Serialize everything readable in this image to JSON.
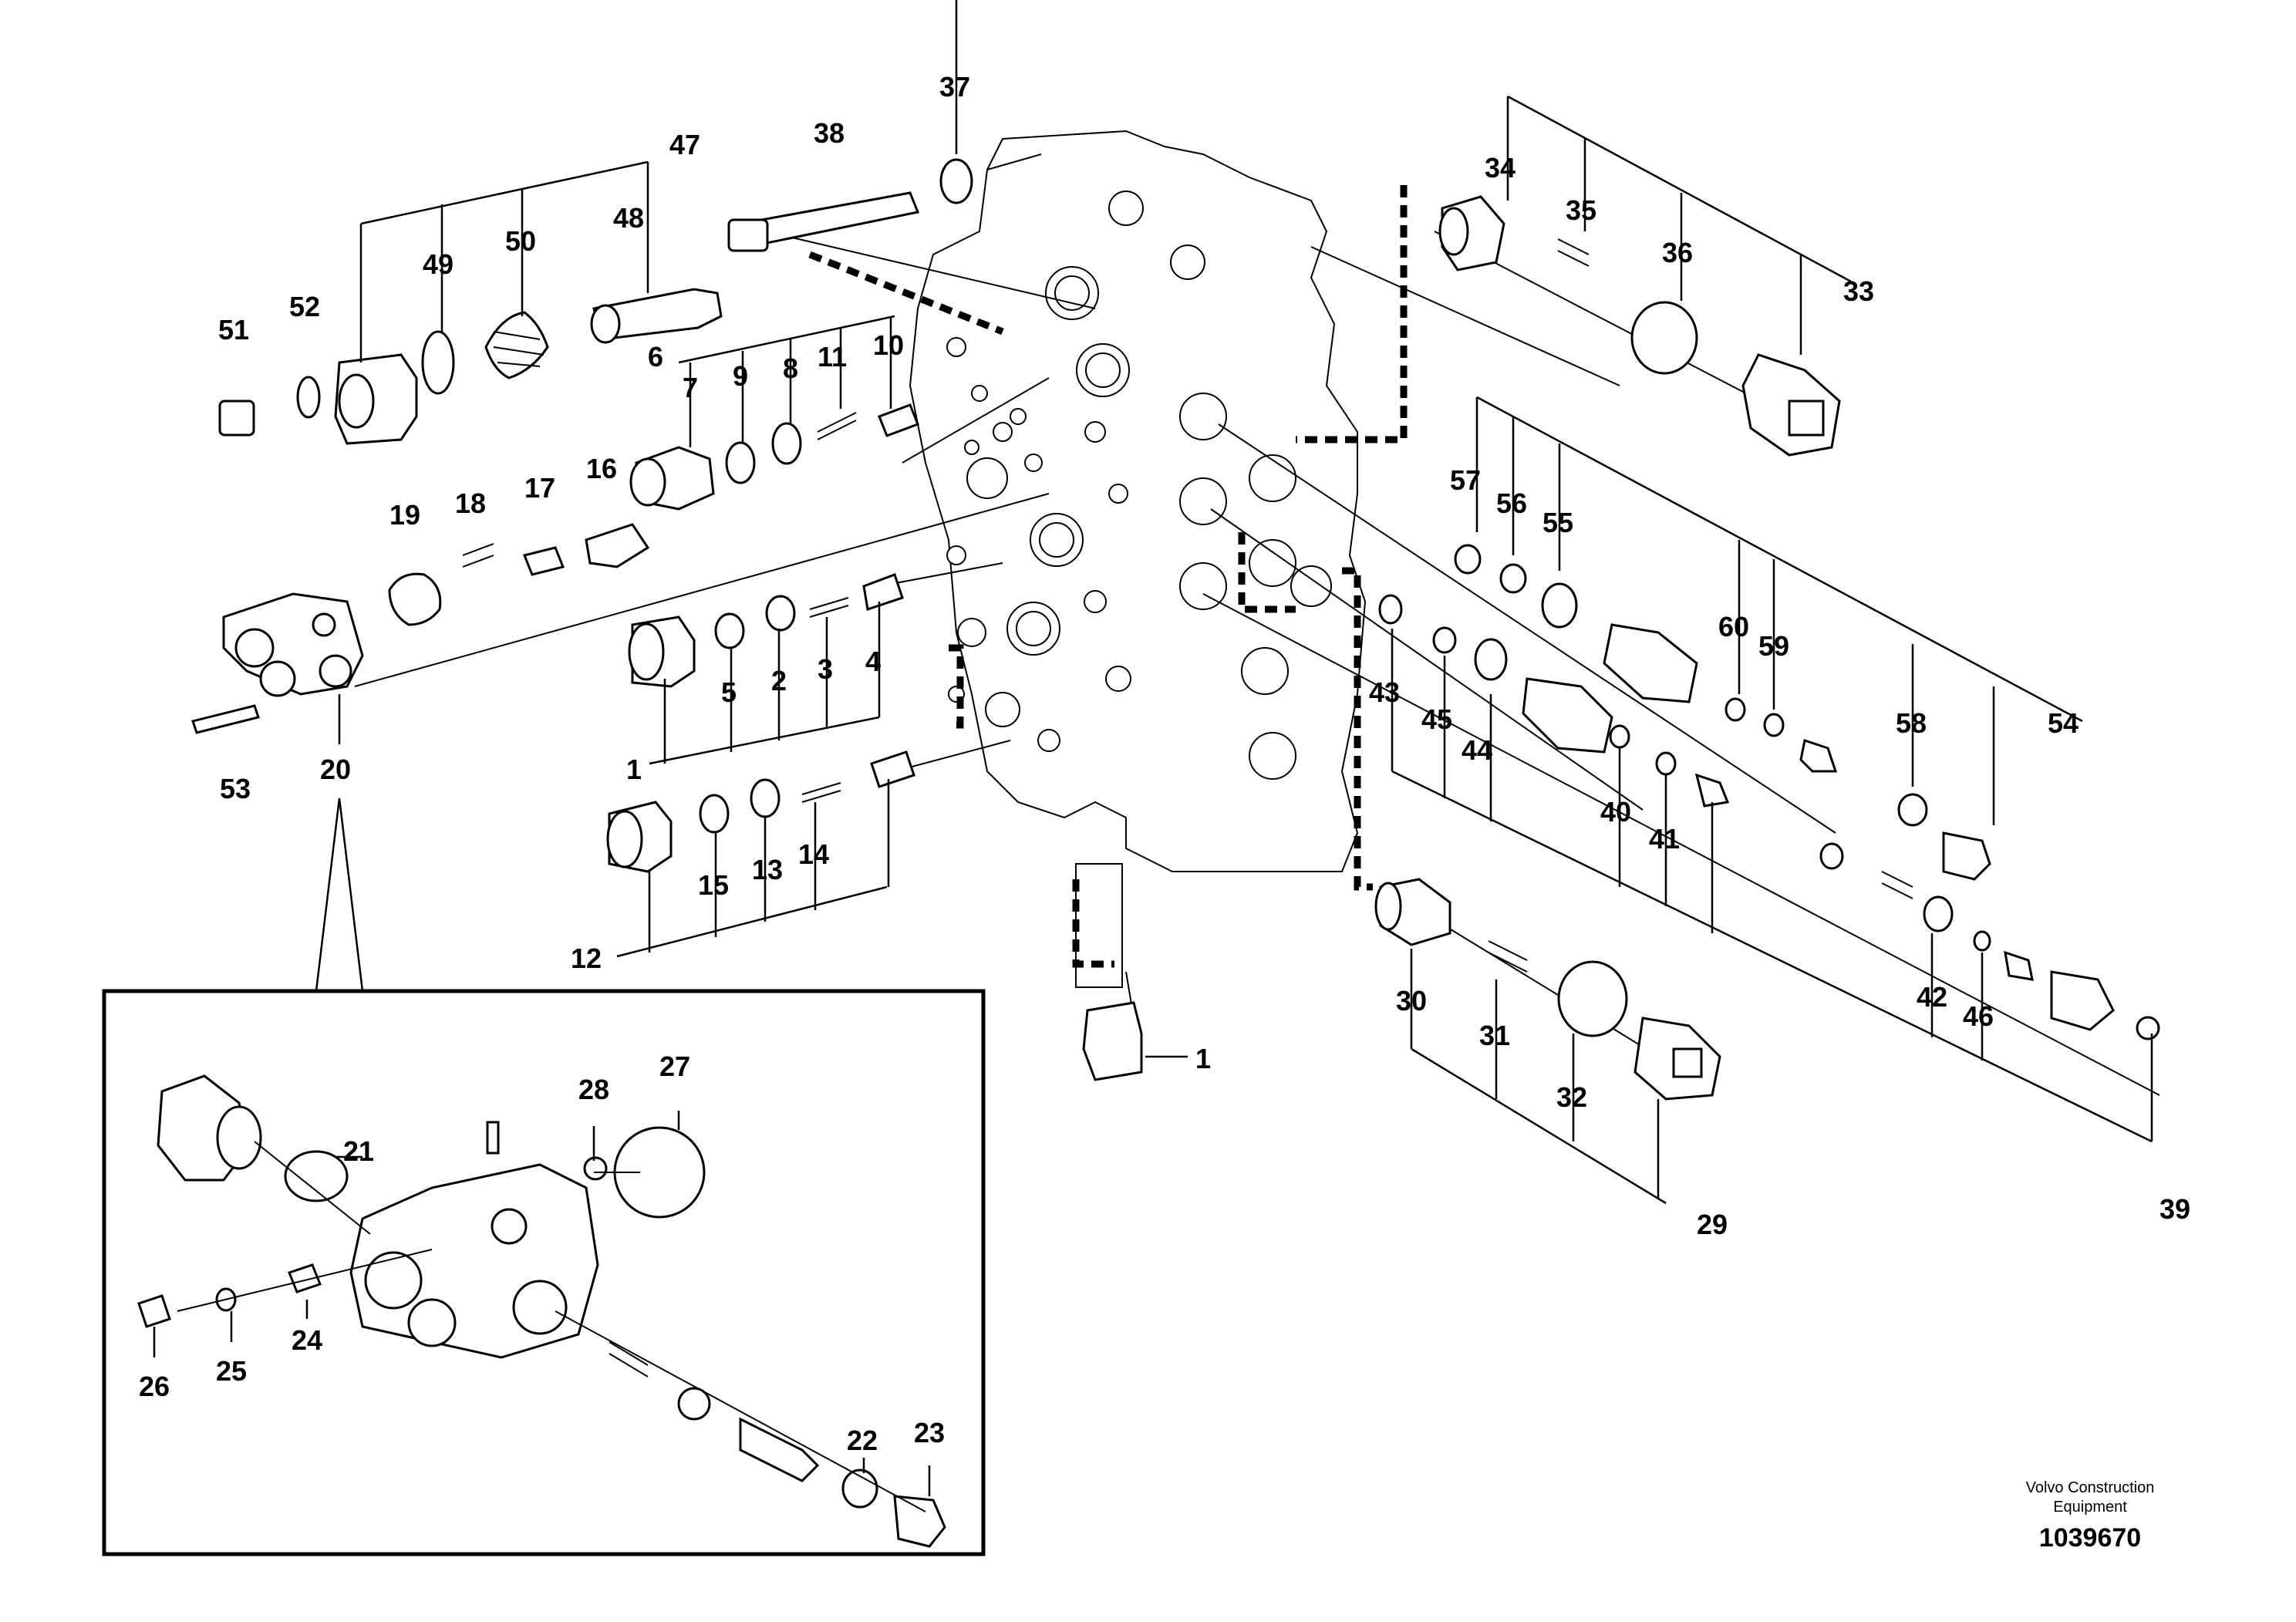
{
  "diagram": {
    "callouts": [
      "1",
      "2",
      "3",
      "4",
      "5",
      "6",
      "7",
      "8",
      "9",
      "10",
      "11",
      "12",
      "13",
      "14",
      "15",
      "16",
      "17",
      "18",
      "19",
      "20",
      "21",
      "22",
      "23",
      "24",
      "25",
      "26",
      "27",
      "28",
      "29",
      "30",
      "31",
      "32",
      "33",
      "34",
      "35",
      "36",
      "37",
      "38",
      "39",
      "40",
      "41",
      "42",
      "43",
      "44",
      "45",
      "46",
      "47",
      "48",
      "49",
      "50",
      "51",
      "52",
      "53",
      "54",
      "55",
      "56",
      "57",
      "58",
      "59",
      "60"
    ],
    "callout_1b": "1"
  },
  "footer": {
    "brand_line1": "Volvo Construction",
    "brand_line2": "Equipment",
    "drawing_number": "1039670"
  }
}
